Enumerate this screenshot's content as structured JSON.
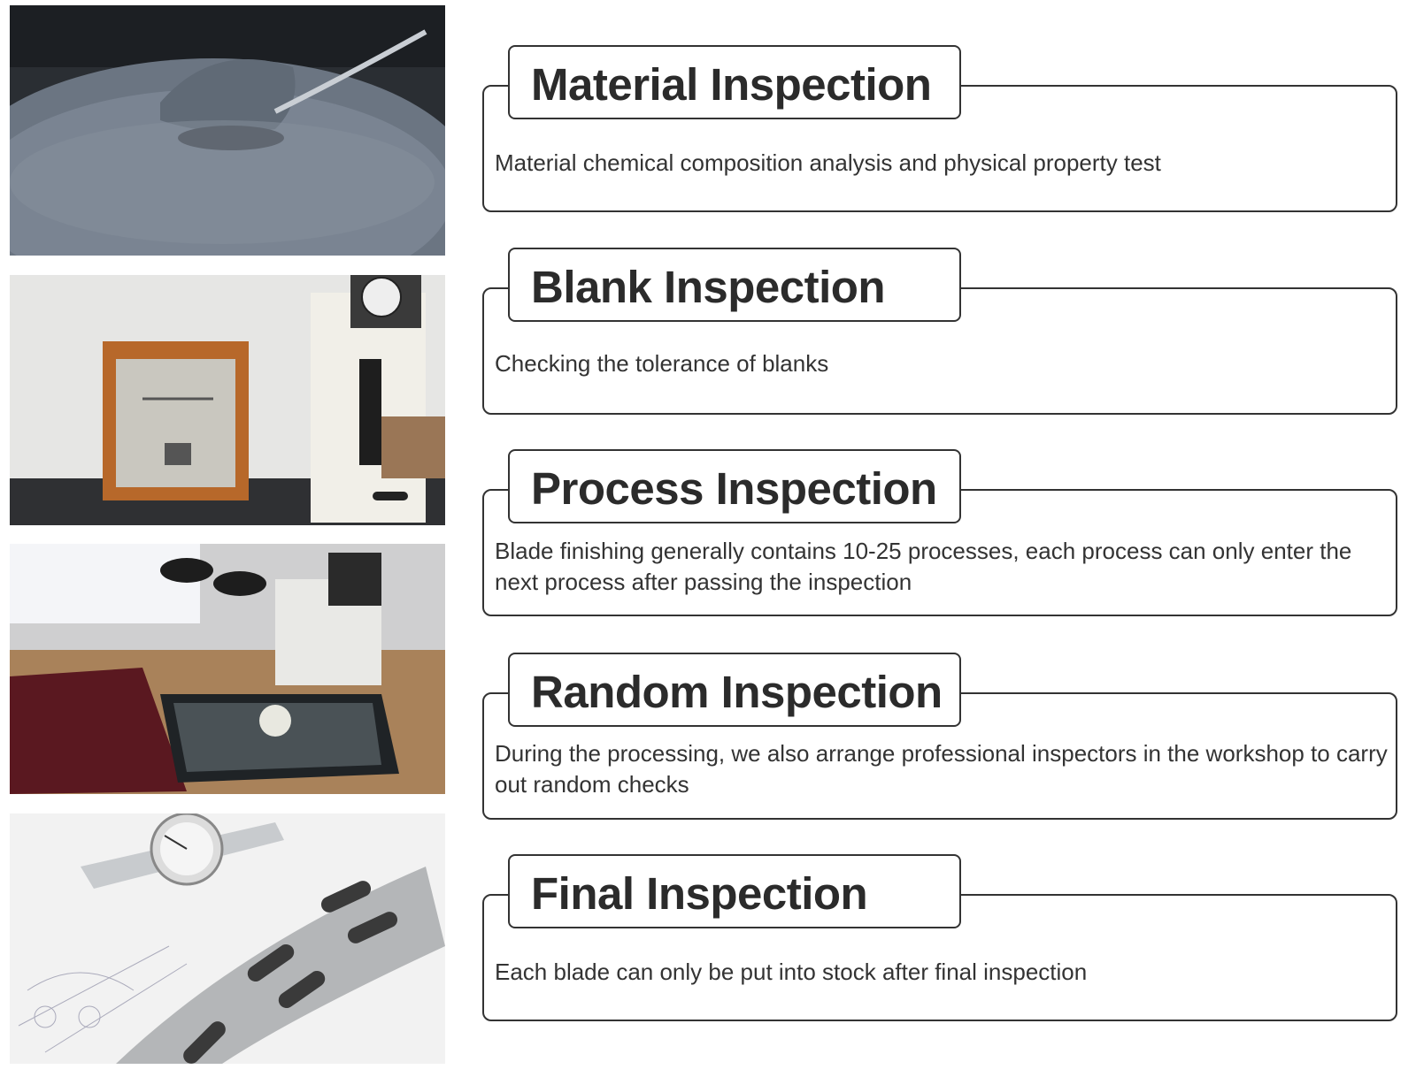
{
  "sections": [
    {
      "title": "Material Inspection",
      "description": "Material chemical composition analysis and physical property test"
    },
    {
      "title": "Blank Inspection",
      "description": "Checking the tolerance of blanks"
    },
    {
      "title": "Process Inspection",
      "description": "Blade finishing generally contains 10-25 processes, each process can only enter the next process after passing the inspection"
    },
    {
      "title": "Random Inspection",
      "description": "During the processing, we also arrange professional inspectors in the workshop to carry out random checks"
    },
    {
      "title": "Final Inspection",
      "description": "Each blade can only be put into stock after final inspection"
    }
  ],
  "photos": [
    {
      "subject": "metal-powder-photo"
    },
    {
      "subject": "balance-and-hardness-tester-photo"
    },
    {
      "subject": "microscope-photo"
    },
    {
      "subject": "caliper-and-blade-photo"
    }
  ]
}
